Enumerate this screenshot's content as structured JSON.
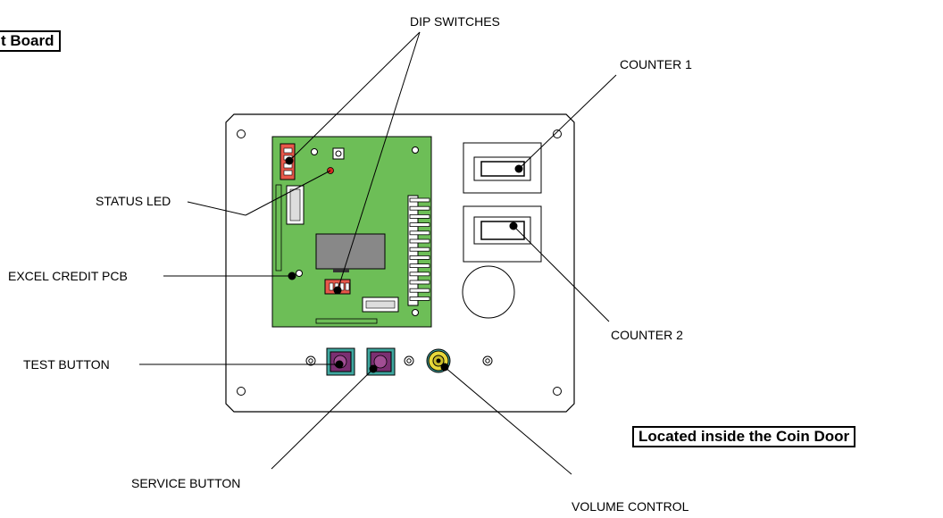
{
  "title_box": "t Board",
  "location_box": "Located inside the Coin Door",
  "labels": {
    "dip_switches": "DIP SWITCHES",
    "counter1": "COUNTER 1",
    "status_led": "STATUS LED",
    "excel_credit_pcb": "EXCEL CREDIT PCB",
    "counter2": "COUNTER 2",
    "test_button": "TEST BUTTON",
    "service_button": "SERVICE BUTTON",
    "volume_control": "VOLUME CONTROL"
  },
  "colors": {
    "pcb_green": "#6dbe57",
    "dip_red": "#e8574a",
    "led_red": "#d42a1f",
    "button_purple": "#7b2f72",
    "button_teal": "#3fa7a0",
    "knob_yellow": "#e6d83a"
  }
}
